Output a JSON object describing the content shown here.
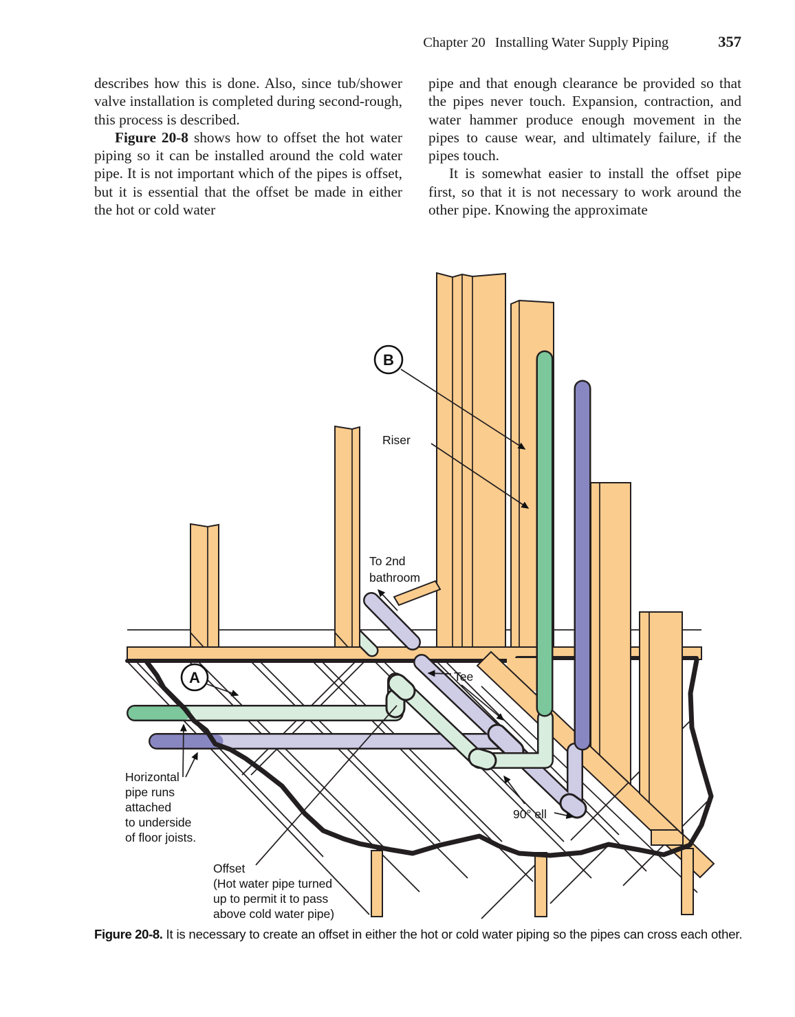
{
  "header": {
    "chapter": "Chapter 20",
    "title": "Installing Water Supply Piping",
    "page_number": "357"
  },
  "body": {
    "left_column": {
      "p1": "describes how this is done. Also, since tub/shower valve installation is completed during second-rough, this process is described.",
      "p2_lead": "Figure 20-8",
      "p2_rest": " shows how to offset the hot water piping so it can be installed around the cold water pipe. It is not important which of the pipes is offset, but it is essential that the offset be made in either the hot or cold water"
    },
    "right_column": {
      "p1": "pipe and that enough clearance be provided so that the pipes never touch. Expansion, contraction, and water hammer produce enough movement in the pipes to cause wear, and ultimately failure, if the pipes touch.",
      "p2": "It is somewhat easier to install the offset pipe first, so that it is not necessary to work around the other pipe. Knowing the approximate"
    }
  },
  "figure": {
    "labels": {
      "callout_a": "A",
      "callout_b": "B",
      "riser": "Riser",
      "to_2nd_line1": "To 2nd",
      "to_2nd_line2": "bathroom",
      "tee": "Tee",
      "ell": "90° ell",
      "horiz_line1": "Horizontal",
      "horiz_line2": "pipe runs",
      "horiz_line3": "attached",
      "horiz_line4": "to underside",
      "horiz_line5": "of floor joists.",
      "offset_line1": "Offset",
      "offset_line2": "(Hot water pipe turned",
      "offset_line3": "up to permit it to pass",
      "offset_line4": "above cold water pipe)"
    },
    "colors": {
      "wood": "#FACC8E",
      "line": "#231f20",
      "hot_pipe": "#7CC79B",
      "cold_pipe": "#8987C2",
      "hot_pipe_pale": "#D9EDDE",
      "cold_pipe_pale": "#CFCCE6"
    }
  },
  "caption": {
    "lead": "Figure 20-8.",
    "text": " It is necessary to create an offset in either the hot or cold water piping so the pipes can cross each other."
  }
}
